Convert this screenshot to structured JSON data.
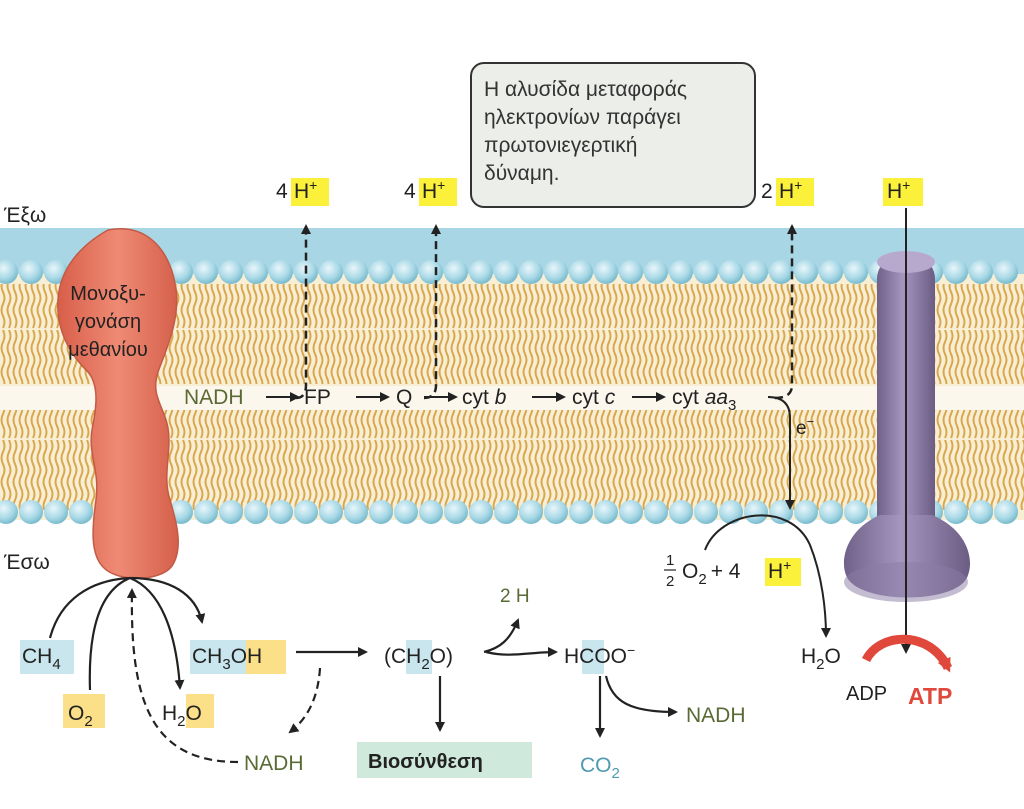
{
  "labels": {
    "outside": "Έξω",
    "inside": "Έσω",
    "enzyme": [
      "Μονοξυ-",
      "γονάση",
      "μεθανίου"
    ],
    "callout": [
      "Η αλυσίδα μεταφοράς",
      "ηλεκτρονίων παράγει",
      "πρωτονιεγερτική",
      "δύναμη."
    ]
  },
  "protons": [
    {
      "coef": "4",
      "symbol": "H",
      "sup": "+"
    },
    {
      "coef": "4",
      "symbol": "H",
      "sup": "+"
    },
    {
      "coef": "2",
      "symbol": "H",
      "sup": "+"
    },
    {
      "coef": "",
      "symbol": "H",
      "sup": "+"
    }
  ],
  "chain": {
    "nadh": "NADH",
    "fp": "FP",
    "q": "Q",
    "cytb": {
      "prefix": "cyt",
      "name": "b"
    },
    "cytc": {
      "prefix": "cyt",
      "name": "c"
    },
    "cytaa3": {
      "prefix": "cyt",
      "name": "aa",
      "sub": "3"
    },
    "electron": "e",
    "electron_sup": "−"
  },
  "reaction": {
    "frac_num": "1",
    "frac_den": "2",
    "o2": "O",
    "o2_sub": "2",
    "plus": "+ 4",
    "h": "H",
    "h_sup": "+",
    "water": "H",
    "water_sub": "2",
    "water_o": "O",
    "adp": "ADP",
    "atp": "ATP"
  },
  "metabolism": {
    "ch4": {
      "text": "CH",
      "sub": "4"
    },
    "o2": {
      "text": "O",
      "sub": "2"
    },
    "ch3oh": {
      "a": "CH",
      "sub": "3",
      "b": "OH"
    },
    "h2o": {
      "a": "H",
      "sub": "2",
      "b": "O"
    },
    "nadh_left": "NADH",
    "ch2o": {
      "a": "(CH",
      "sub": "2",
      "b": "O)"
    },
    "two_h": "2 H",
    "formate": {
      "a": "HCOO",
      "sup": "−"
    },
    "nadh_right": "NADH",
    "co2": {
      "a": "CO",
      "sub": "2"
    },
    "biosynthesis": "Βιοσύνθεση"
  },
  "colors": {
    "membrane_head": "#a8d8e6",
    "membrane_tail": "#e0b25a",
    "membrane_core": "#f7ecd0",
    "enzyme": "#e57560",
    "atp_synthase": "#8e7fa6",
    "highlight_yellow": "#fbf03a",
    "highlight_blue": "#c9e6ef",
    "highlight_green": "#cfeadc",
    "atp_red": "#e0483c",
    "nadh_text": "#5a6a35",
    "co2_text": "#4f9ab0"
  }
}
